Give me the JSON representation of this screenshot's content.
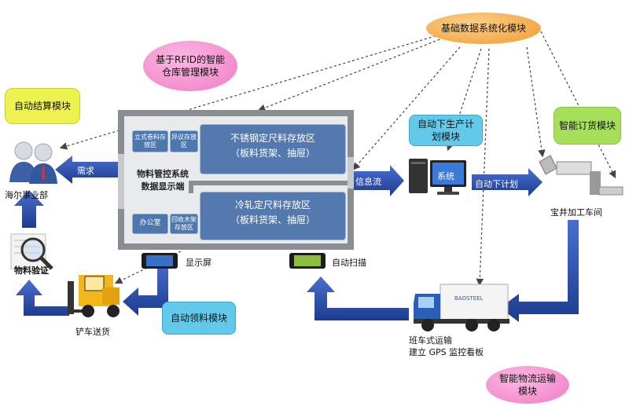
{
  "callouts": {
    "basic_data": "基础数据系统化模块",
    "rfid": "基于RFID的智能仓库管理模块",
    "settlement": "自动结算模块",
    "production_plan": "自动下生产计划模块",
    "smart_order": "智能订货模块",
    "material_pick": "自动领料模块",
    "logistics": "智能物流运输模块"
  },
  "warehouse": {
    "zone_coil": "立式卷料存放区",
    "zone_dispute": "异议存放区",
    "zone_stainless_line1": "不锈钢定尺料存放区",
    "zone_stainless_line2": "（板料货架、抽屉）",
    "system_line1": "物料管控系统",
    "system_line2": "数据显示端",
    "zone_office": "办公室",
    "zone_recycle": "回收木架存放区",
    "zone_cold_line1": "冷轧定尺料存放区",
    "zone_cold_line2": "（板料货架、抽屉）"
  },
  "labels": {
    "haier": "海尔事业部",
    "material_verify": "物料验证",
    "forklift": "铲车送货",
    "display": "显示屏",
    "auto_scan": "自动扫描",
    "system": "系统",
    "baojing": "宝井加工车间",
    "truck_line1": "班车式运输",
    "truck_line2": "建立 GPS 监控看板",
    "truck_brand": "BAOSTEEL"
  },
  "arrows": {
    "demand": "需求",
    "info_flow": "信息流",
    "auto_plan": "自动下计划"
  },
  "colors": {
    "arrow_blue": "#2b4fa8",
    "warehouse_gray": "#8a8d91",
    "zone_blue": "#5479ae",
    "callout_orange": "#f29a2e",
    "callout_pink": "#f07bc4",
    "callout_yellow": "#ecf24f",
    "callout_cyan": "#63c9ea",
    "callout_green": "#a6e05a"
  }
}
